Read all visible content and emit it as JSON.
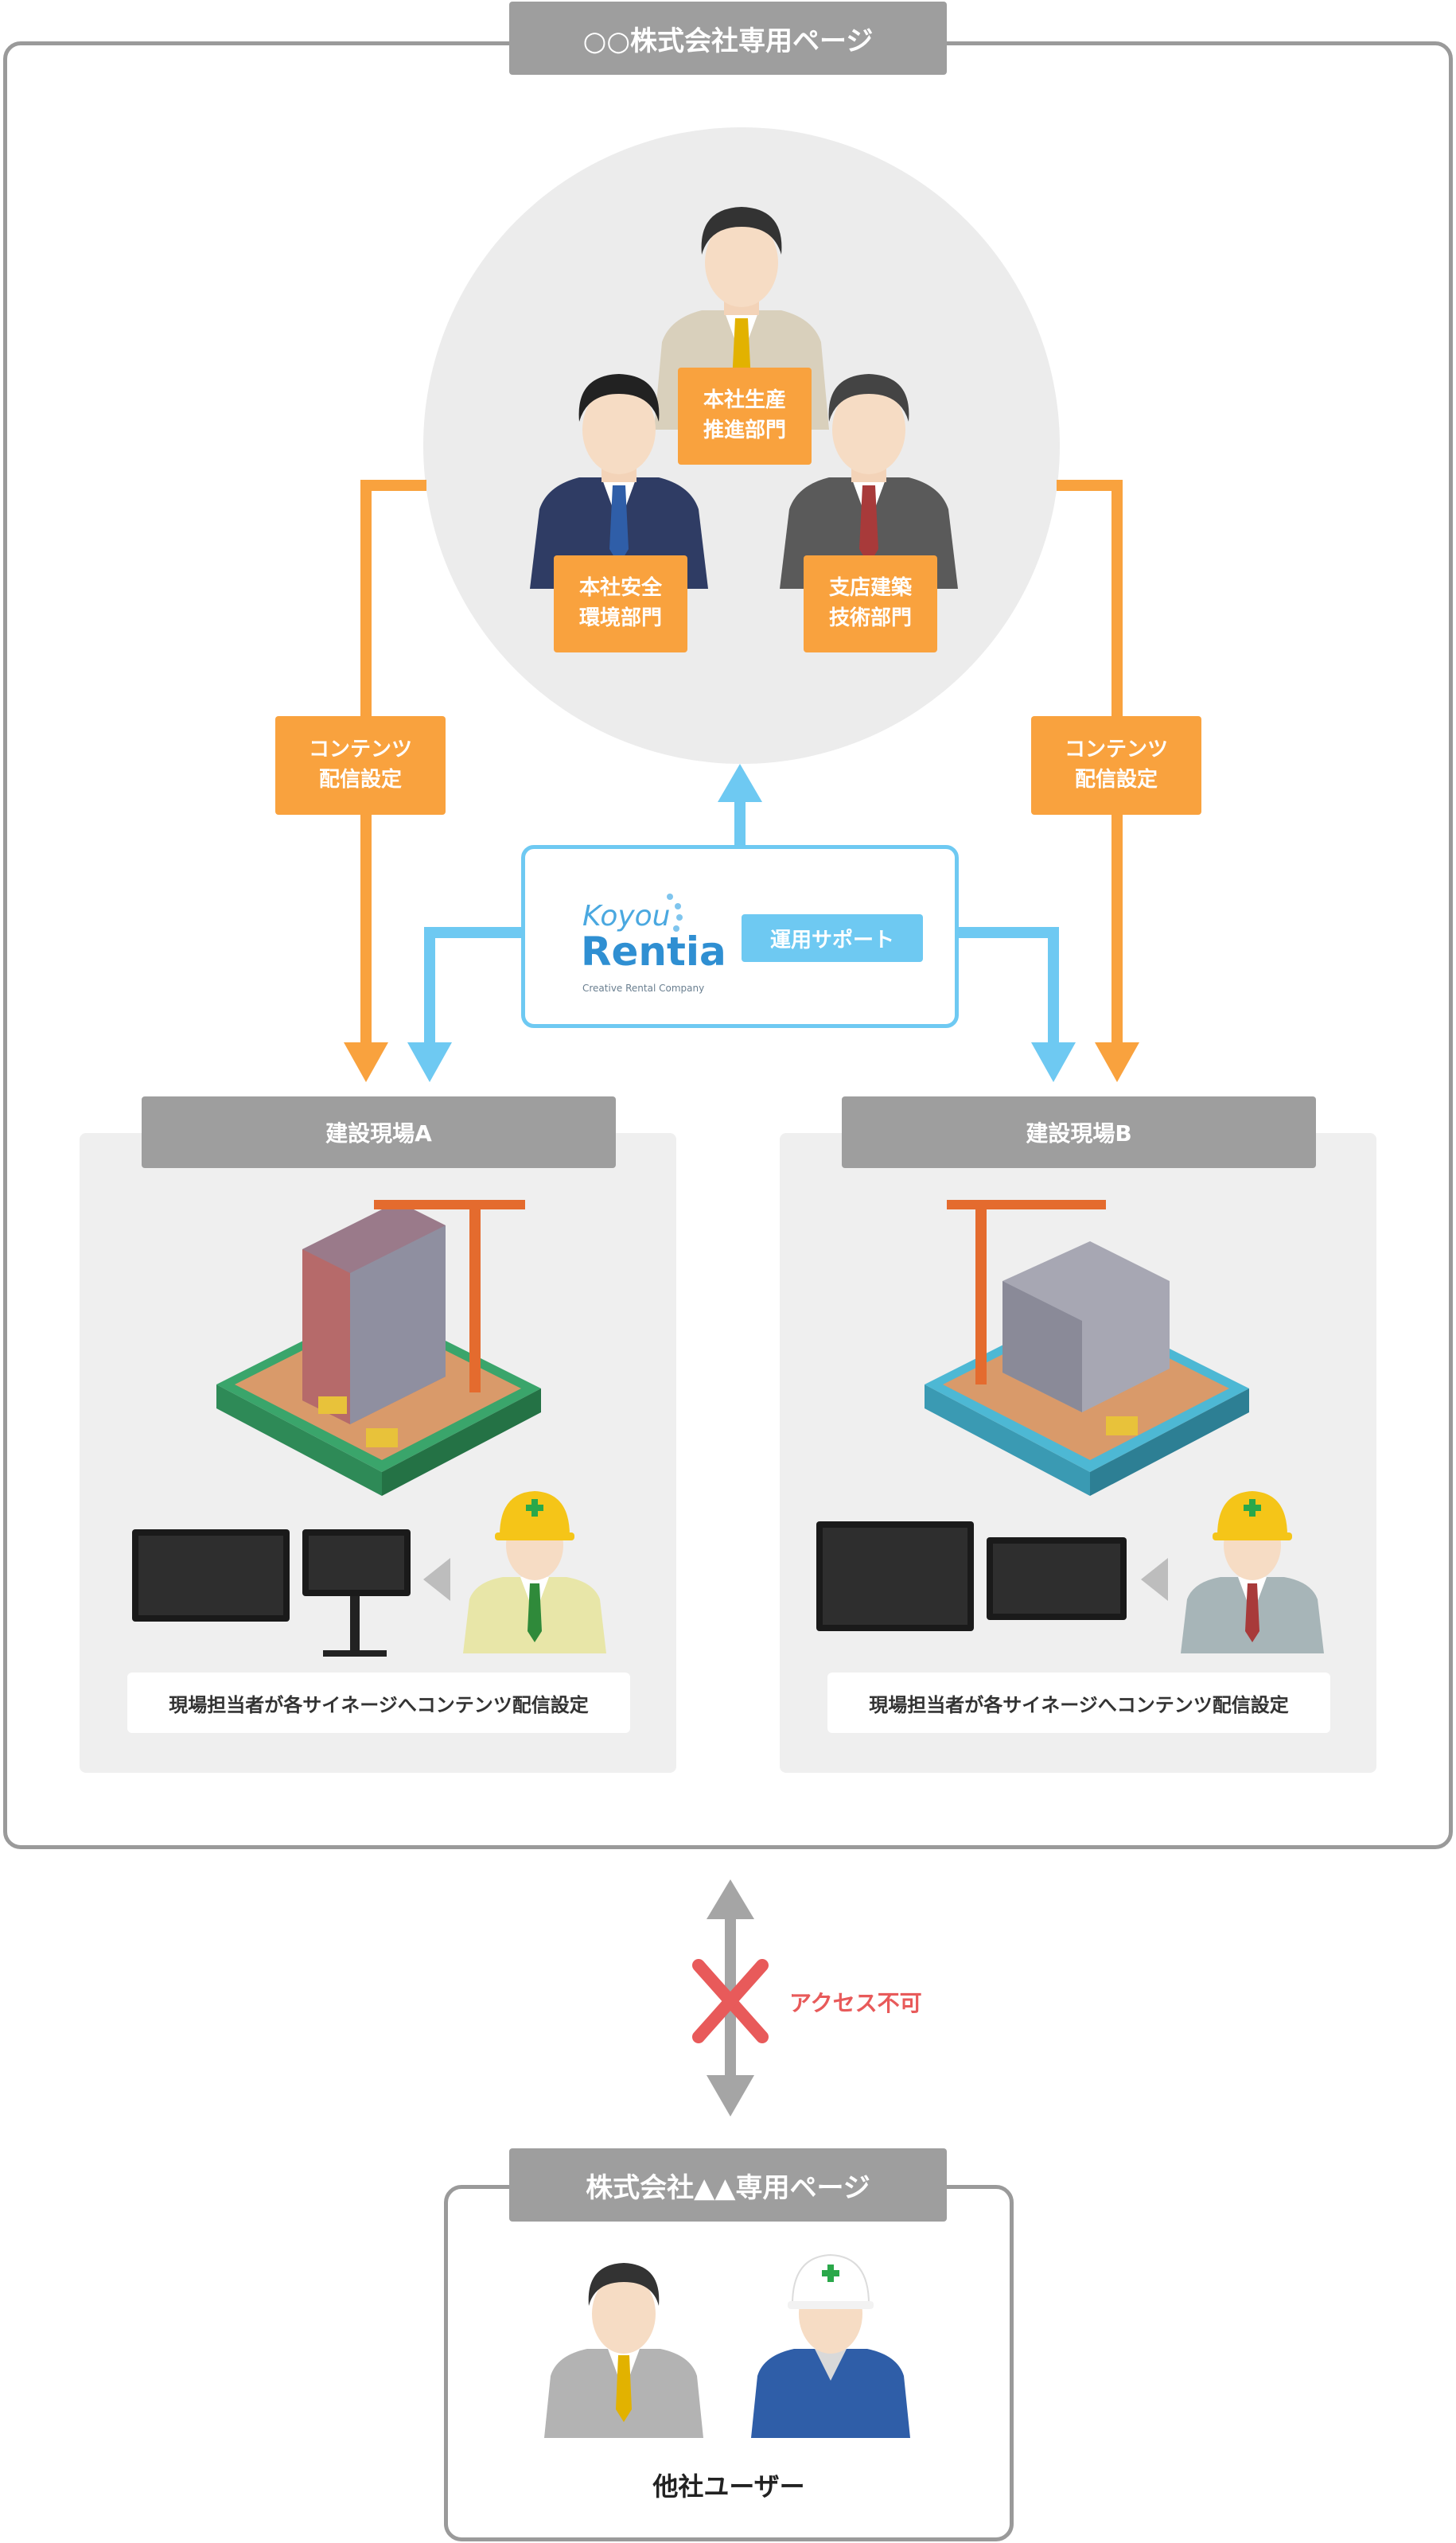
{
  "company_page": {
    "title": "○○株式会社専用ページ"
  },
  "departments": [
    {
      "label": "本社生産\n推進部門",
      "tie": "#e2b200"
    },
    {
      "label": "本社安全\n環境部門",
      "tie": "#2f5ea8"
    },
    {
      "label": "支店建築\n技術部門",
      "tie": "#a83a3a"
    }
  ],
  "content_label_left": "コンテンツ\n配信設定",
  "content_label_right": "コンテンツ\n配信設定",
  "support": {
    "logo_line1": "Koyou",
    "logo_line2": "Rentia",
    "logo_tagline": "Creative Rental Company",
    "badge": "運用サポート"
  },
  "sites": [
    {
      "title": "建設現場A",
      "caption": "現場担当者が各サイネージへコンテンツ配信設定",
      "jacket": "#e8e6a8",
      "tie": "#2f8a3a"
    },
    {
      "title": "建設現場B",
      "caption": "現場担当者が各サイネージへコンテンツ配信設定",
      "jacket": "#a7b5b8",
      "tie": "#a83a3a"
    }
  ],
  "access_denied": "アクセス不可",
  "other_page": {
    "title": "株式会社▲▲専用ページ",
    "users_label": "他社ユーザー"
  },
  "colors": {
    "orange": "#f9a23e",
    "blue": "#6ec9f2",
    "grey": "#9e9e9e",
    "red": "#e85a5a"
  }
}
